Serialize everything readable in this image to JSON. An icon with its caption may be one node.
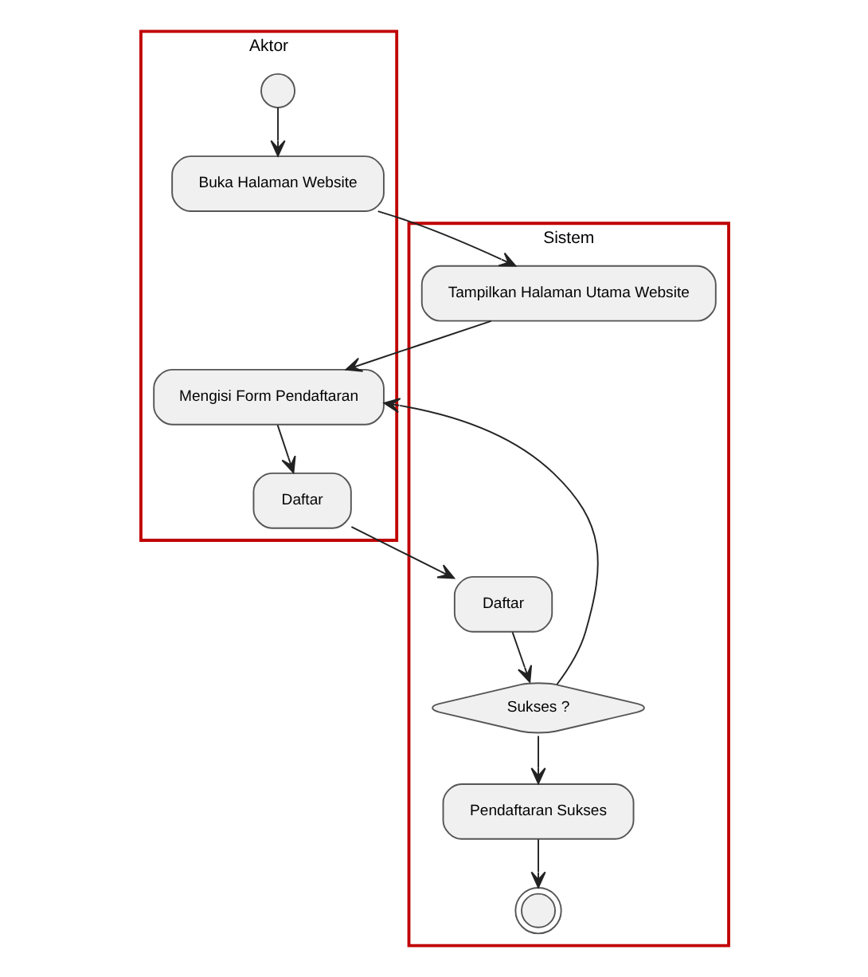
{
  "diagram": {
    "nodes": [
      {
        "text": [
          "Aktor"
        ]
      },
      {
        "text": [
          "Sistem"
        ]
      },
      {
        "text": [],
        "shape": "circle",
        "in": 0
      },
      {
        "text": [
          "Buka Halaman Website"
        ],
        "in": 0
      },
      {
        "text": [
          "Mengisi Form Pendaftaran"
        ],
        "in": 0
      },
      {
        "text": [
          "Daftar"
        ],
        "in": 0
      },
      {
        "text": [
          "Tampilkan Halaman Utama Website"
        ],
        "in": 1
      },
      {
        "text": [
          "Daftar"
        ],
        "in": 1
      },
      {
        "text": [
          "Sukses ?"
        ],
        "in": 1
      },
      {
        "text": [
          "Pendaftaran Sukses"
        ],
        "in": 1
      },
      {
        "text": [],
        "shape": "circle",
        "in": 1
      }
    ],
    "edges": [
      {
        "from": 2,
        "to": 3,
        "arrow": "to"
      },
      {
        "from": 3,
        "to": 6,
        "arrow": "to"
      },
      {
        "from": 6,
        "to": 4,
        "arrow": "to"
      },
      {
        "from": 4,
        "to": 5,
        "arrow": "to"
      },
      {
        "from": 5,
        "to": 7,
        "arrow": "to"
      },
      {
        "from": 7,
        "to": 8,
        "arrow": "to"
      },
      {
        "from": 8,
        "to": 4,
        "arrow": "to"
      },
      {
        "from": 8,
        "to": 9,
        "arrow": "to"
      },
      {
        "from": 9,
        "to": 10,
        "arrow": "to"
      }
    ]
  }
}
